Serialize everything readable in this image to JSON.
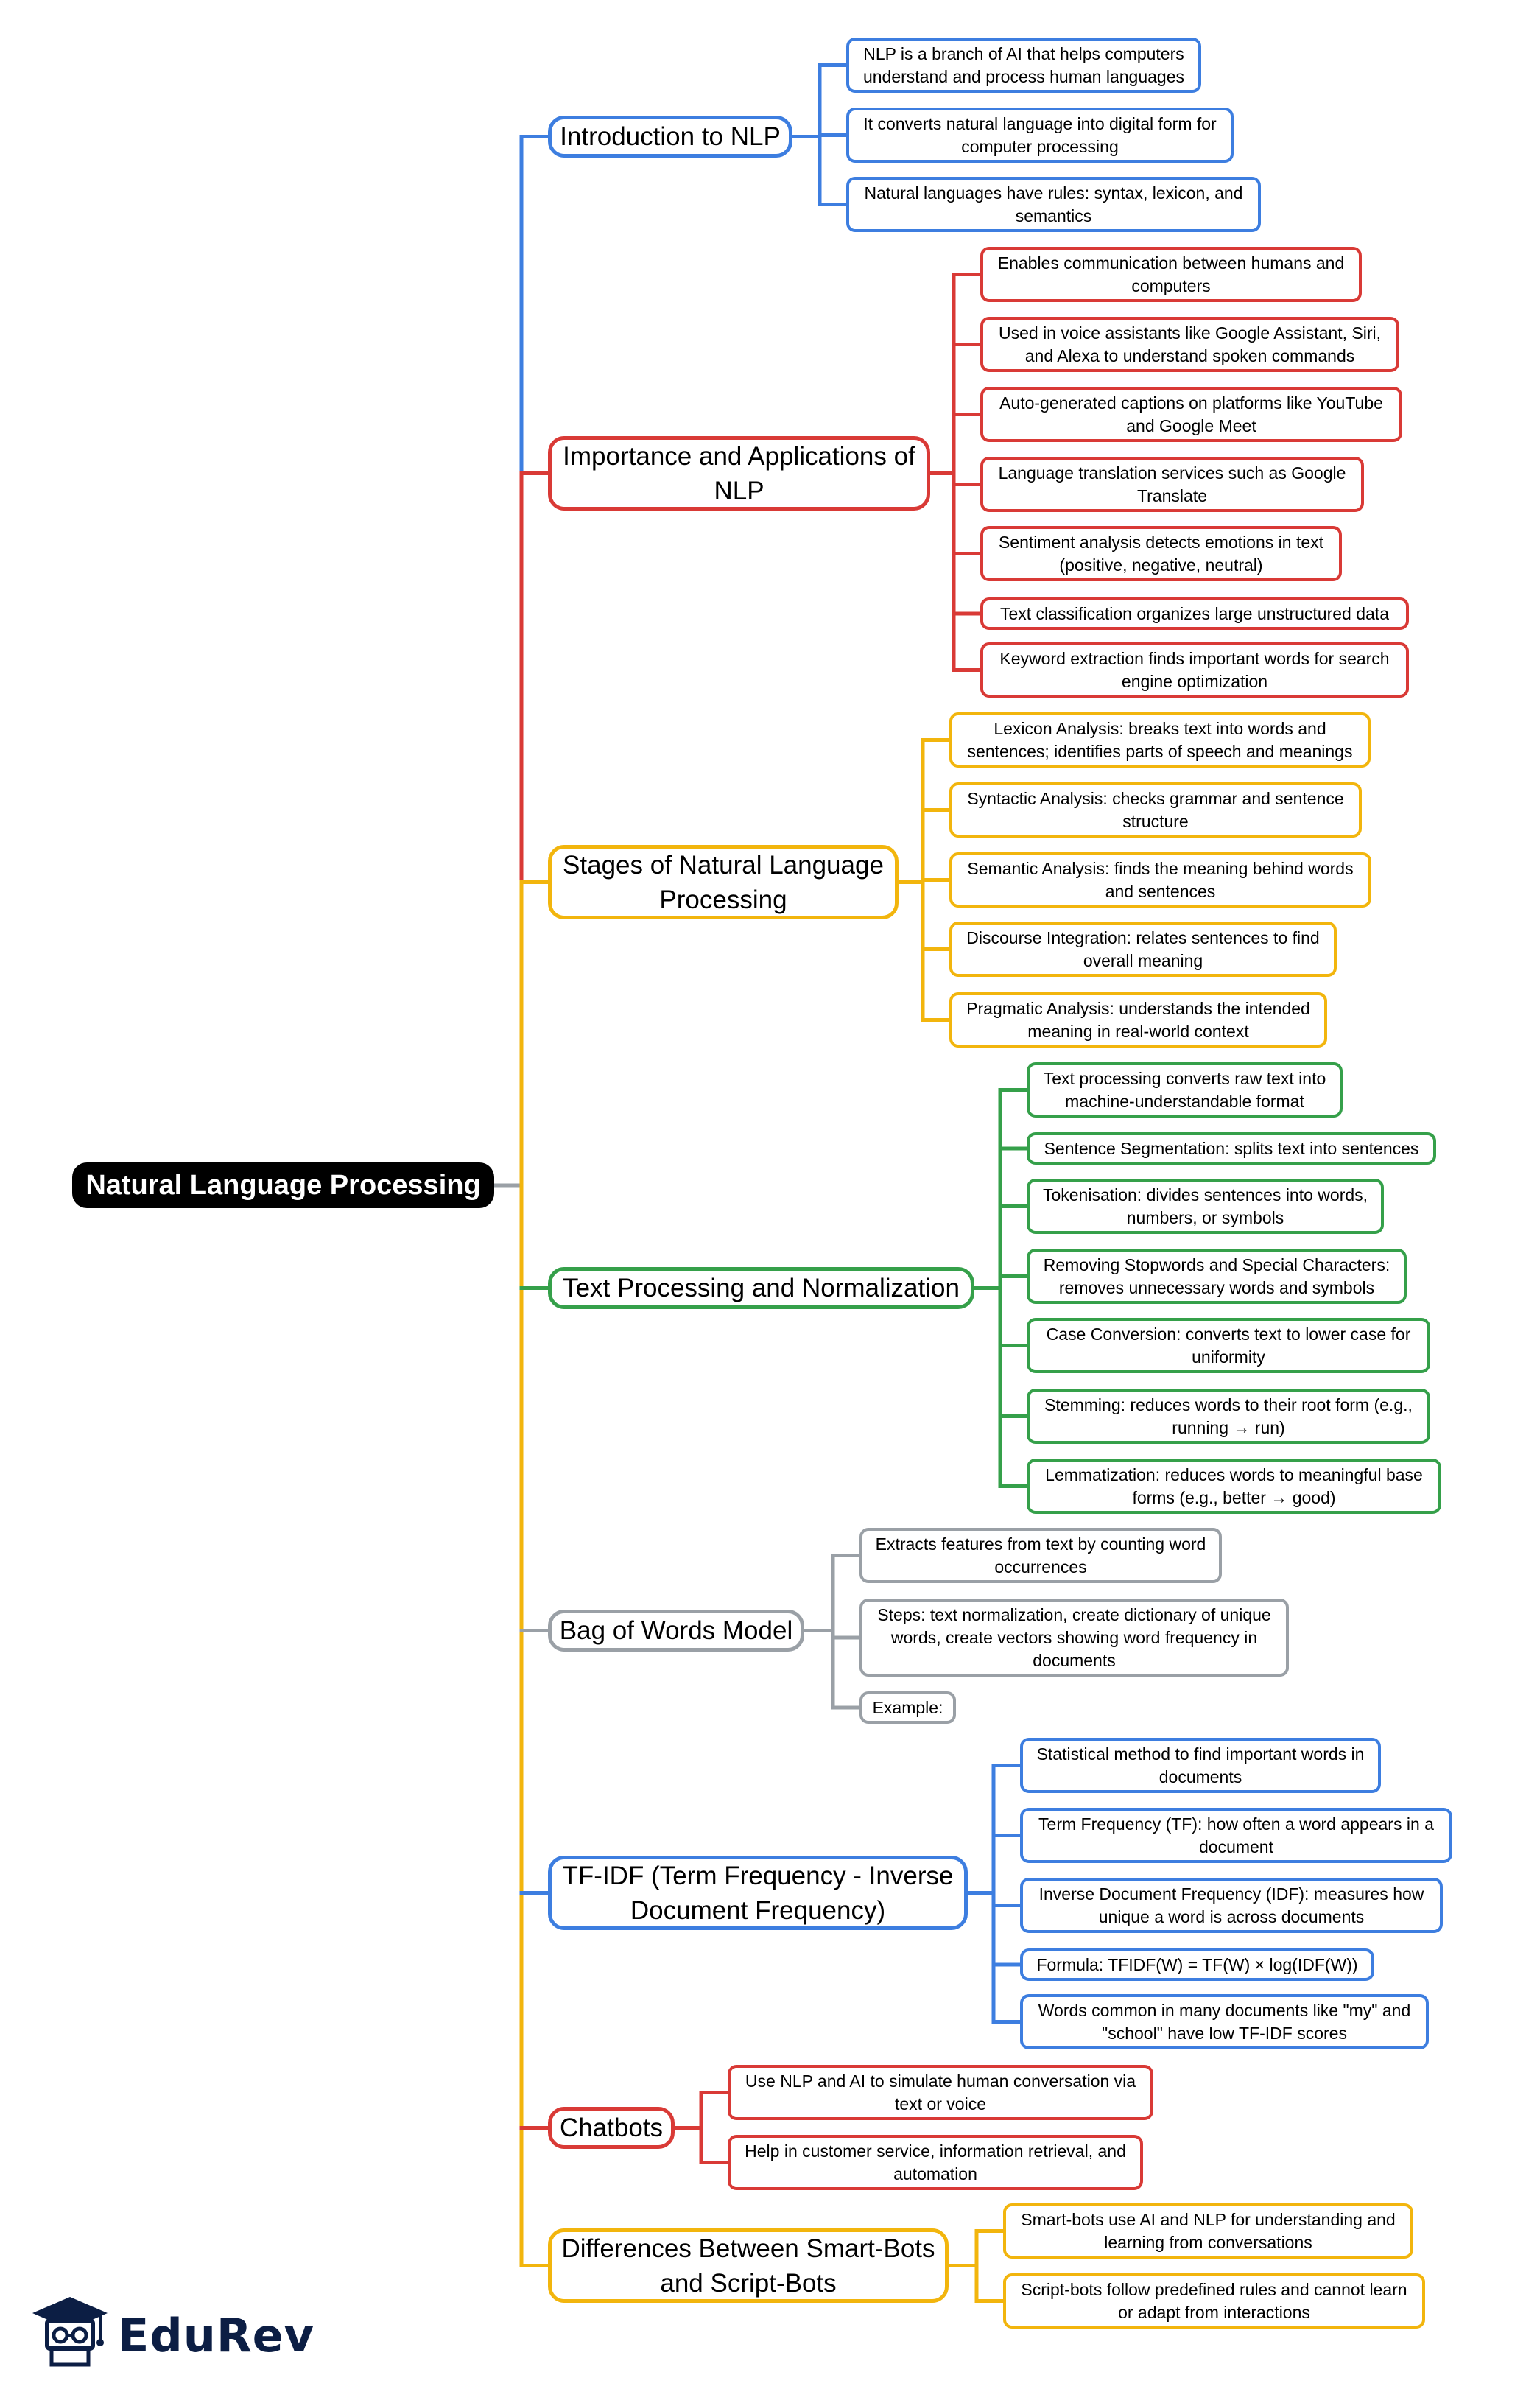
{
  "root": "Natural Language Processing",
  "colors": {
    "blue": "#3d7ee0",
    "red": "#d93a36",
    "yellow": "#f2b50d",
    "green": "#35a04a",
    "gray": "#9aa0a6",
    "trunk": "#9aa0a6"
  },
  "branches": [
    {
      "title": "Introduction to NLP",
      "color": "blue",
      "leaves": [
        "NLP is a branch of AI that helps computers understand and process human languages",
        "It converts natural language into digital form for computer processing",
        "Natural languages have rules: syntax, lexicon, and semantics"
      ]
    },
    {
      "title": "Importance and Applications of NLP",
      "color": "red",
      "leaves": [
        "Enables communication between humans and computers",
        "Used in voice assistants like Google Assistant, Siri, and Alexa to understand spoken commands",
        "Auto-generated captions on platforms like YouTube and Google Meet",
        "Language translation services such as Google Translate",
        "Sentiment analysis detects emotions in text (positive, negative, neutral)",
        "Text classification organizes large unstructured data",
        "Keyword extraction finds important words for search engine optimization"
      ]
    },
    {
      "title": "Stages of Natural Language Processing",
      "color": "yellow",
      "leaves": [
        "Lexicon Analysis: breaks text into words and sentences; identifies parts of speech and meanings",
        "Syntactic Analysis: checks grammar and sentence structure",
        "Semantic Analysis: finds the meaning behind words and sentences",
        "Discourse Integration: relates sentences to find overall meaning",
        "Pragmatic Analysis: understands the intended meaning in real-world context"
      ]
    },
    {
      "title": "Text Processing and Normalization",
      "color": "green",
      "leaves": [
        "Text processing converts raw text into machine-understandable format",
        "Sentence Segmentation: splits text into sentences",
        "Tokenisation: divides sentences into words, numbers, or symbols",
        "Removing Stopwords and Special Characters: removes unnecessary words and symbols",
        "Case Conversion: converts text to lower case for uniformity",
        "Stemming: reduces words to their root form (e.g., running → run)",
        "Lemmatization: reduces words to meaningful base forms (e.g., better → good)"
      ]
    },
    {
      "title": "Bag of Words Model",
      "color": "gray",
      "leaves": [
        "Extracts features from text by counting word occurrences",
        "Steps: text normalization, create dictionary of unique words, create vectors showing word frequency in documents",
        "Example:"
      ]
    },
    {
      "title": "TF-IDF (Term Frequency - Inverse Document Frequency)",
      "color": "blue",
      "leaves": [
        "Statistical method to find important words in documents",
        "Term Frequency (TF): how often a word appears in a document",
        "Inverse Document Frequency (IDF): measures how unique a word is across documents",
        "Formula: TFIDF(W) = TF(W) × log(IDF(W))",
        "Words common in many documents like \"my\" and \"school\" have low TF-IDF scores"
      ]
    },
    {
      "title": "Chatbots",
      "color": "red",
      "leaves": [
        "Use NLP and AI to simulate human conversation via text or voice",
        "Help in customer service, information retrieval, and automation"
      ]
    },
    {
      "title": "Differences Between Smart-Bots and Script-Bots",
      "color": "yellow",
      "leaves": [
        "Smart-bots use AI and NLP for understanding and learning from conversations",
        "Script-bots follow predefined rules and cannot learn or adapt from interactions"
      ]
    }
  ],
  "logo": {
    "text": "EduRev",
    "icon": "graduation-cap-icon"
  }
}
